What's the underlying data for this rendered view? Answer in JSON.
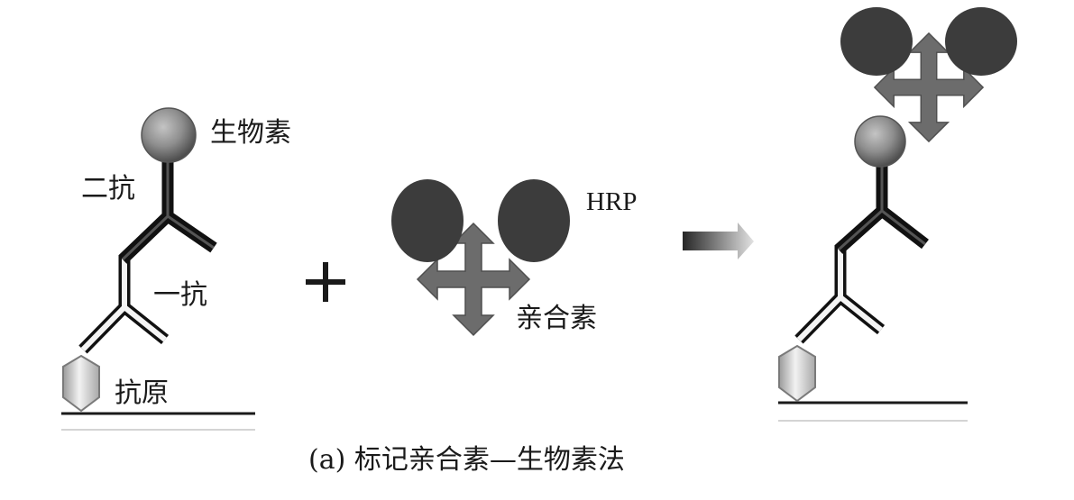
{
  "labels": {
    "biotin": "生物素",
    "secondary_antibody": "二抗",
    "primary_antibody": "一抗",
    "antigen": "抗原",
    "plus": "+",
    "hrp": "HRP",
    "avidin": "亲合素"
  },
  "caption": "(a) 标记亲合素—生物素法",
  "colors": {
    "hrp_ellipse": "#3b3b3b",
    "avidin_cross": "#6e6e6e",
    "biotin_ball": "#8a8a8a",
    "antibody_dark": "#141414",
    "antigen": "#d8d8d8",
    "arrow_start": "#2a2a2a",
    "arrow_end": "#dedede"
  }
}
